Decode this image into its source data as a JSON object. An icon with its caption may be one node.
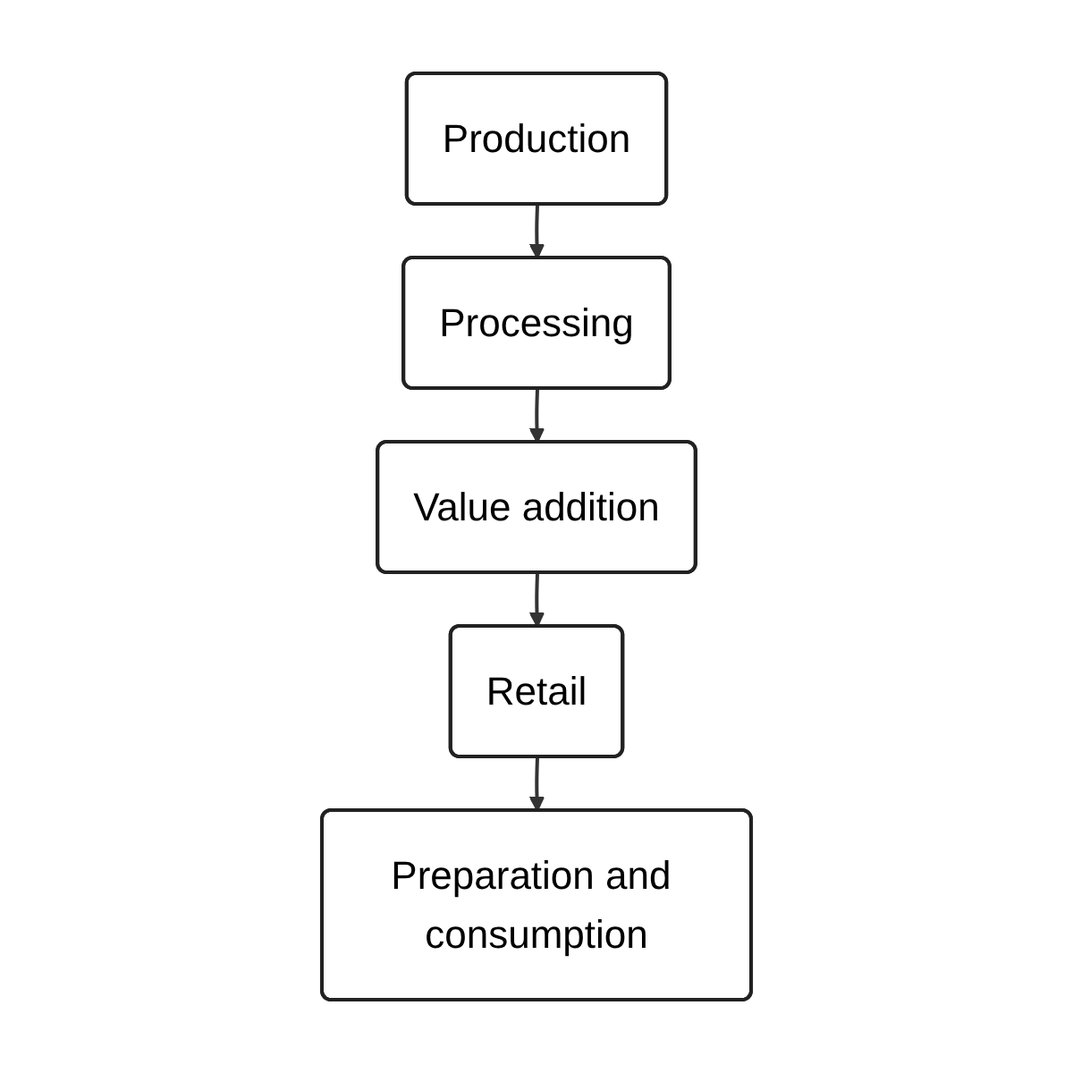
{
  "diagram": {
    "nodes": [
      {
        "text": [
          "Production"
        ]
      },
      {
        "text": [
          "Processing"
        ]
      },
      {
        "text": [
          "Value addition"
        ]
      },
      {
        "text": [
          "Retail"
        ]
      },
      {
        "text": [
          "Preparation and consumption"
        ]
      }
    ],
    "edges": [
      {
        "from": 0,
        "to": 1,
        "arrow": "to"
      },
      {
        "from": 1,
        "to": 2,
        "arrow": "to"
      },
      {
        "from": 2,
        "to": 3,
        "arrow": "to"
      },
      {
        "from": 3,
        "to": 4,
        "arrow": "to"
      }
    ]
  }
}
